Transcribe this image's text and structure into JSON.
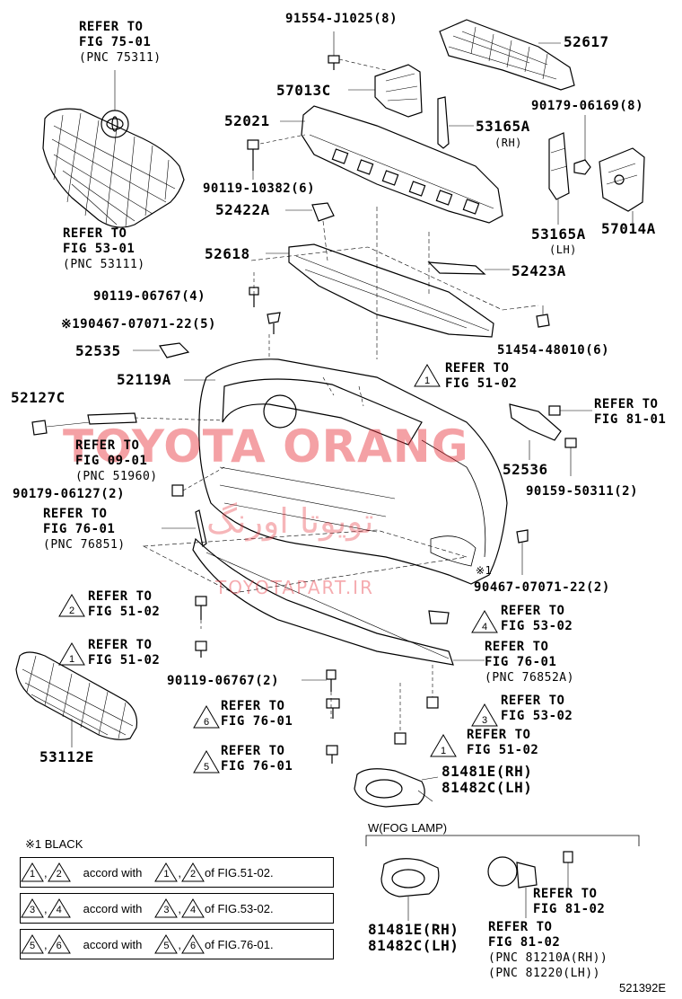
{
  "watermark": {
    "main": "TOYOTA ORANG",
    "persian": "تویوتا اورنگ",
    "site": "TOYOTAPART.IR"
  },
  "parts": {
    "p91554": "91554-J1025(8)",
    "p52617": "52617",
    "p57013C": "57013C",
    "p52021": "52021",
    "p53165A_rh": "53165A",
    "p53165A_rh_side": "(RH)",
    "p90179_06169": "90179-06169(8)",
    "p90119_10382": "90119-10382(6)",
    "p52422A": "52422A",
    "p53165A_lh": "53165A",
    "p53165A_lh_side": "(LH)",
    "p57014A": "57014A",
    "p52618": "52618",
    "p52423A": "52423A",
    "p90119_06767_4": "90119-06767(4)",
    "p90467_top": "※190467-07071-22(5)",
    "p51454": "51454-48010(6)",
    "p52535": "52535",
    "p52119A": "52119A",
    "p52127C": "52127C",
    "p52536": "52536",
    "p90159": "90159-50311(2)",
    "p90179_06127": "90179-06127(2)",
    "p90467_bottom_mark": "※1",
    "p90467_bottom": "90467-07071-22(2)",
    "p90119_06767_2": "90119-06767(2)",
    "p53112E": "53112E",
    "p81481E_rh": "81481E(RH)",
    "p81482C_lh": "81482C(LH)",
    "p81481E_rh_b": "81481E(RH)",
    "p81482C_lh_b": "81482C(LH)"
  },
  "refs": {
    "r75": {
      "line1": "REFER TO",
      "line2": "FIG 75-01",
      "pnc": "(PNC 75311)"
    },
    "r53_grille": {
      "line1": "REFER TO",
      "line2": "FIG 53-01",
      "pnc": "(PNC 53111)"
    },
    "r51_top": {
      "line1": "REFER TO",
      "line2": "FIG 51-02",
      "mark": "1"
    },
    "r81_top": {
      "line1": "REFER TO",
      "line2": "FIG 81-01"
    },
    "r09": {
      "line1": "REFER TO",
      "line2": "FIG 09-01",
      "pnc": "(PNC 51960)"
    },
    "r76_left": {
      "line1": "REFER TO",
      "line2": "FIG 76-01",
      "pnc": "(PNC 76851)"
    },
    "r51_m2": {
      "line1": "REFER TO",
      "line2": "FIG 51-02",
      "mark": "2"
    },
    "r53_m4": {
      "line1": "REFER TO",
      "line2": "FIG 53-02",
      "mark": "4"
    },
    "r51_m1a": {
      "line1": "REFER TO",
      "line2": "FIG 51-02",
      "mark": "1"
    },
    "r76_right": {
      "line1": "REFER TO",
      "line2": "FIG 76-01",
      "pnc": "(PNC 76852A)"
    },
    "r76_m6": {
      "line1": "REFER TO",
      "line2": "FIG 76-01",
      "mark": "6"
    },
    "r53_m3": {
      "line1": "REFER TO",
      "line2": "FIG 53-02",
      "mark": "3"
    },
    "r51_m1b": {
      "line1": "REFER TO",
      "line2": "FIG 51-02",
      "mark": "1"
    },
    "r76_m5": {
      "line1": "REFER TO",
      "line2": "FIG 76-01",
      "mark": "5"
    },
    "r81_fog": {
      "line1": "REFER TO",
      "line2": "FIG 81-02"
    },
    "r81_fog2": {
      "line1": "REFER TO",
      "line2": "FIG 81-02",
      "pnc1": "(PNC 81210A(RH))",
      "pnc2": "(PNC 81220(LH))"
    }
  },
  "fog": {
    "title": "W(FOG LAMP)"
  },
  "legend": {
    "note": "※1 BLACK",
    "rows": [
      {
        "a": "1",
        "b": "2",
        "c": "1",
        "d": "2",
        "fig": "of FIG.51-02."
      },
      {
        "a": "3",
        "b": "4",
        "c": "3",
        "d": "4",
        "fig": "of FIG.53-02."
      },
      {
        "a": "5",
        "b": "6",
        "c": "5",
        "d": "6",
        "fig": "of FIG.76-01."
      }
    ],
    "accord": "accord with",
    "comma": ","
  },
  "diagram_id": "521392E"
}
